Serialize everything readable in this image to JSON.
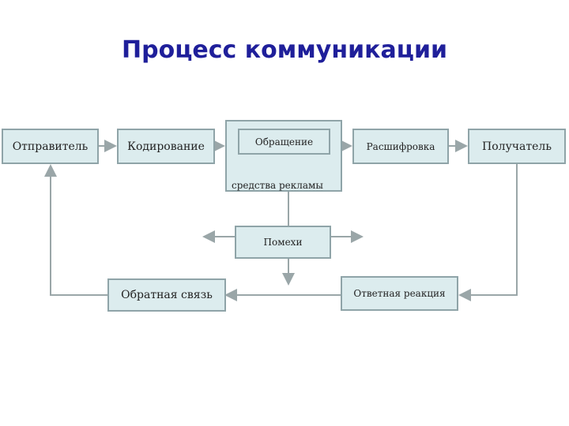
{
  "diagram": {
    "title": "Процесс коммуникации",
    "nodes": {
      "sender": "Отправитель",
      "encoding": "Кодирование",
      "message": "Обращение",
      "media": "средства рекламы",
      "decoding": "Расшифровка",
      "receiver": "Получатель",
      "noise": "Помехи",
      "feedback": "Обратная связь",
      "response": "Ответная реакция"
    },
    "colors": {
      "title": "#1f1f9a",
      "box_fill": "#dcecee",
      "box_border": "#8fa4a8",
      "connector": "#9aa6a8"
    }
  }
}
